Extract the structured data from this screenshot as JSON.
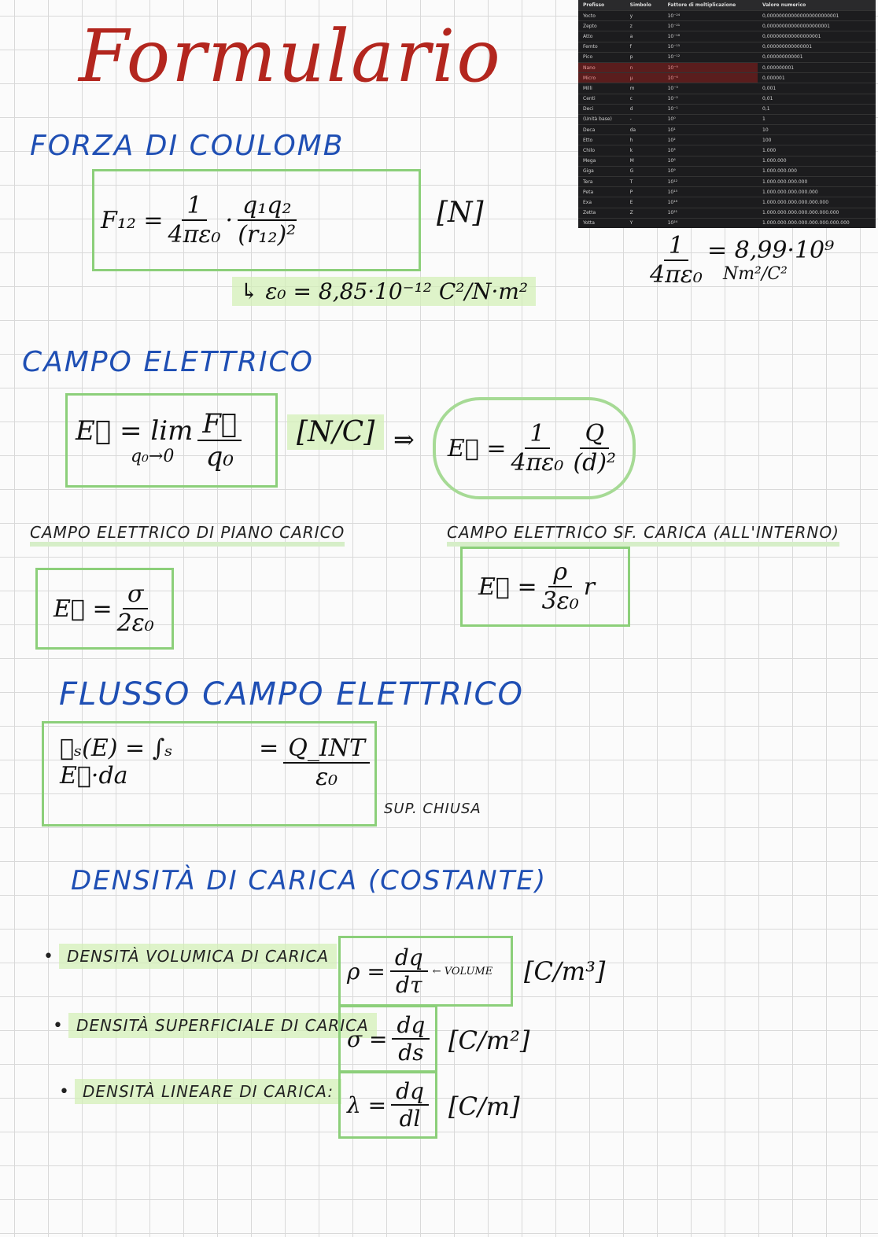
{
  "title": "Formulario",
  "si_table": {
    "headers": [
      "Prefisso",
      "Simbolo",
      "Fattore di moltiplicazione",
      "Valore numerico"
    ],
    "rows": [
      [
        "Yocto",
        "y",
        "10⁻²⁴",
        "0,000000000000000000000001"
      ],
      [
        "Zepto",
        "z",
        "10⁻²¹",
        "0,000000000000000000001"
      ],
      [
        "Atto",
        "a",
        "10⁻¹⁸",
        "0,000000000000000001"
      ],
      [
        "Femto",
        "f",
        "10⁻¹⁵",
        "0,000000000000001"
      ],
      [
        "Pico",
        "p",
        "10⁻¹²",
        "0,000000000001"
      ],
      [
        "Nano",
        "n",
        "10⁻⁹",
        "0,000000001"
      ],
      [
        "Micro",
        "µ",
        "10⁻⁶",
        "0,000001"
      ],
      [
        "Milli",
        "m",
        "10⁻³",
        "0,001"
      ],
      [
        "Centi",
        "c",
        "10⁻²",
        "0,01"
      ],
      [
        "Deci",
        "d",
        "10⁻¹",
        "0,1"
      ],
      [
        "(Unità base)",
        "-",
        "10⁰",
        "1"
      ],
      [
        "Deca",
        "da",
        "10¹",
        "10"
      ],
      [
        "Etto",
        "h",
        "10²",
        "100"
      ],
      [
        "Chilo",
        "k",
        "10³",
        "1.000"
      ],
      [
        "Mega",
        "M",
        "10⁶",
        "1.000.000"
      ],
      [
        "Giga",
        "G",
        "10⁹",
        "1.000.000.000"
      ],
      [
        "Tera",
        "T",
        "10¹²",
        "1.000.000.000.000"
      ],
      [
        "Peta",
        "P",
        "10¹⁵",
        "1.000.000.000.000.000"
      ],
      [
        "Exa",
        "E",
        "10¹⁸",
        "1.000.000.000.000.000.000"
      ],
      [
        "Zetta",
        "Z",
        "10²¹",
        "1.000.000.000.000.000.000.000"
      ],
      [
        "Yotta",
        "Y",
        "10²⁴",
        "1.000.000.000.000.000.000.000.000"
      ]
    ],
    "highlighted": [
      "Nano",
      "Micro"
    ]
  },
  "coulomb": {
    "heading": "FORZA DI COULOMB",
    "lhs": "F₁₂ =",
    "num1": "1",
    "den1": "4πε₀",
    "dot": "·",
    "num2": "q₁q₂",
    "den2": "(r₁₂)²",
    "unit": "[N]",
    "eps": "↳ ε₀ = 8,85·10⁻¹² C²/N·m²",
    "k_num": "1",
    "k_den": "4πε₀",
    "k_val": "= 8,99·10⁹",
    "k_unit": "Nm²/C²"
  },
  "campo": {
    "heading": "CAMPO ELETTRICO",
    "lhs": "E⃗ = lim",
    "lim_sub": "q₀→0",
    "num": "F⃗",
    "den": "q₀",
    "unit": "[N/C]",
    "arrow": "⇒",
    "lhs2": "E⃗ =",
    "num2": "1",
    "den2": "4πε₀",
    "num3": "Q",
    "den3": "(d)²"
  },
  "piano": {
    "heading": "CAMPO ELETTRICO DI PIANO CARICO",
    "lhs": "E⃗ =",
    "num": "σ",
    "den": "2ε₀"
  },
  "sfera": {
    "heading": "CAMPO ELETTRICO SF. CARICA (ALL'INTERNO)",
    "lhs": "E⃗ =",
    "num": "ρ",
    "den": "3ε₀",
    "tail": "r"
  },
  "flusso": {
    "heading": "FLUSSO CAMPO ELETTRICO",
    "lhs": "∮ₛ(E) = ∫ₛ E⃗·da",
    "eq": "=",
    "num": "Q_INT",
    "den": "ε₀",
    "note": "SUP. CHIUSA"
  },
  "densita": {
    "heading": "DENSITÀ DI CARICA (COSTANTE)",
    "items": [
      {
        "label": "DENSITÀ VOLUMICA DI CARICA",
        "lhs": "ρ =",
        "num": "dq",
        "den": "dτ",
        "note": "← VOLUME",
        "unit": "[C/m³]"
      },
      {
        "label": "DENSITÀ SUPERFICIALE DI CARICA",
        "lhs": "σ =",
        "num": "dq",
        "den": "ds",
        "note": "",
        "unit": "[C/m²]"
      },
      {
        "label": "DENSITÀ LINEARE DI CARICA:",
        "lhs": "λ =",
        "num": "dq",
        "den": "dl",
        "note": "",
        "unit": "[C/m]"
      }
    ]
  }
}
